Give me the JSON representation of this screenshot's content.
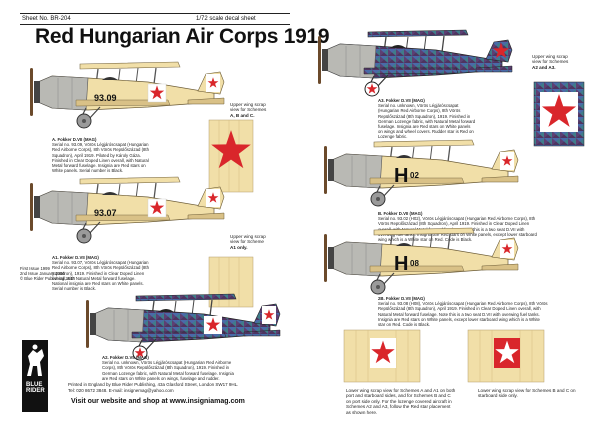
{
  "header": {
    "sheet_no": "Sheet No. BR-204",
    "scale": "1/72 scale decal sheet",
    "title": "Red Hungarian Air Corps 1919"
  },
  "scheme_a": {
    "serial_label": "93.09",
    "head": "A. Fokker D.VII (MAG)",
    "lines": [
      "Serial no. 93.09, Vörös Légjáróscsapat (Hungarian",
      "Red Airborne Corps), 8th Vörös Repülőszázad (8th",
      "Squadron), April 1919. Piloted by Károly Gáza.",
      "Finished in Clear Doped Linen overall, with Natural",
      "Metal forward fuselage. Insignia are Red stars on",
      "White panels. Serial number is Black."
    ],
    "wing_note": [
      "Upper wing scrap",
      "view for Schemes",
      "A, B and C."
    ]
  },
  "scheme_a1": {
    "serial_label": "93.07",
    "head": "A1. Fokker D.VII (MAG)",
    "lines": [
      "Serial no. 93.07, Vörös Légjáróscsapat (Hungarian",
      "Red Airborne Corps), 8th Vörös Repülőszázad (8th",
      "Squadron), 1919. Finished in Clear Doped Linen",
      "overall, with Natural Metal forward fuselage.",
      "National insignia are Red stars on White panels.",
      "Serial number is Black."
    ],
    "wing_note": [
      "Upper wing scrap",
      "view for Scheme",
      "A1 only."
    ]
  },
  "scheme_a2": {
    "head": "A2. Fokker D.VII (MAG)",
    "lines": [
      "Serial no. unknown, Vörös Légjáróscsapat (Hungarian Red Airborne",
      "Corps), 8th Vörös Repülőszázad (8th Squadron), 1919. Finished in",
      "German Lozenge fabric, with Natural Metal forward fuselage. Insignia",
      "are Red stars on White panels on wings, fuselage and rudder."
    ]
  },
  "scheme_a3": {
    "head": "A3. Fokker D.VII (MAG)",
    "lines": [
      "Serial no. unknown, Vörös Légjáróscsapat",
      "(Hungarian Red Airborne Corps), 8th Vörös",
      "Repülőszázad (8th Squadron), 1919. Finished in",
      "German Lozenge fabric, with Natural Metal forward",
      "fuselage. Insignia are Red stars on White panels",
      "on wings and wheel covers. Rudder star is Red on",
      "Lozenge fabric."
    ],
    "wing_note": [
      "Upper wing scrap",
      "view for Schemes",
      "A2 and A3."
    ]
  },
  "scheme_b": {
    "code": "H",
    "number": "02",
    "head": "B. Fokker D.VII (MAG)",
    "lines": [
      "Serial no. 93.02 (H02), Vörös Légjáróscsapat (Hungarian Red Airborne Corps), 8th",
      "Vörös Repülőszázad (8th Squadron), April 1919. Finished in Clear Doped Linen",
      "overall, with Natural Metal forward fuselage. Note this is a two seat D.VII with",
      "overwing fuel tanks. Insignia are Red stars on White panels, except lower starboard",
      "wing which is a White star on Red. Code is Black."
    ]
  },
  "scheme_c": {
    "code": "H",
    "number": "08",
    "head": "2B. Fokker D.VII (MAG)",
    "lines": [
      "Serial no. 93.08 (H08), Vörös Légjáróscsapat (Hungarian Red Airborne Corps), 8th Vörös",
      "Repülőszázad (8th Squadron), April 1919. Finished in Clear Doped Linen overall, with",
      "Natural Metal forward fuselage. Note this is a two seat D.VII with overwing fuel tanks.",
      "Insignia are Red stars on White panels, except lower starboard wing which is a White",
      "star on Red. Code is Black."
    ]
  },
  "lower_wing_left": {
    "lines": [
      "Lower wing scrap view for Schemes A and A1 on both",
      "port and starboard sides, and for Schemes B and C",
      "on port side only. For the lozenge covered aircraft in",
      "Schemes A2 and A3, follow the Red star placement",
      "as shown here."
    ]
  },
  "lower_wing_right": {
    "lines": [
      "Lower wing scrap view for Schemes B and C on",
      "starboard side only."
    ]
  },
  "print_info": {
    "lines": [
      "First Issue 1999",
      "2nd Issue January 2006",
      "© Blue Rider Publishing 2018"
    ]
  },
  "sidebar": {
    "brand_line1": "BLUE",
    "brand_line2": "RIDER"
  },
  "footer": {
    "line1": "Printed in England by Blue Rider Publishing, 43a Glasford Street, London SW17 9HL.",
    "line2": "Tel: 020 8672 3848. E-mail: insignemag@yahoo.com",
    "link": "Visit our website and shop at www.insigniamag.com"
  },
  "colors": {
    "linen": "#f1dfa8",
    "linen_dark": "#d9c187",
    "metal": "#b9b9b4",
    "star_red": "#d9262b",
    "lozenge_a": "#3a5f9c",
    "lozenge_b": "#5e3f73",
    "lozenge_c": "#3f7d8a"
  }
}
